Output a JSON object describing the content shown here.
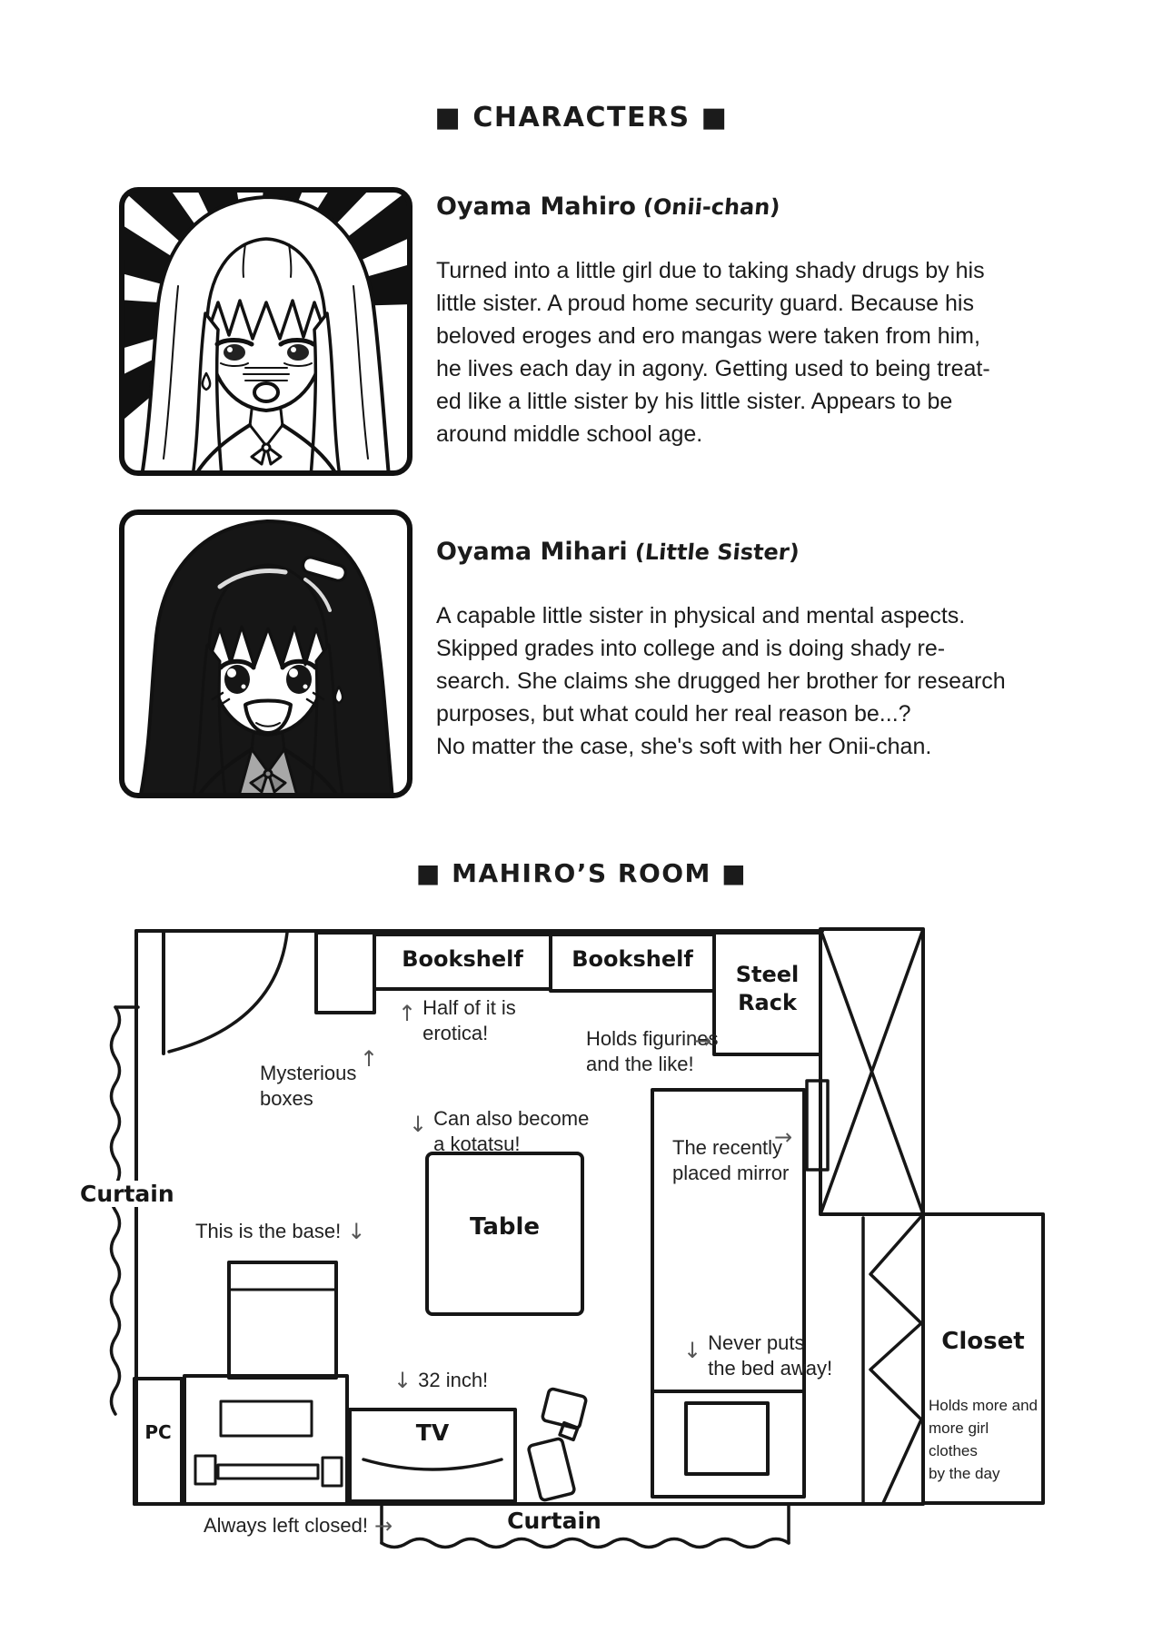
{
  "colors": {
    "ink": "#1b1b1b",
    "paper": "#ffffff"
  },
  "sections": {
    "characters_title": "■ CHARACTERS ■",
    "room_title": "■ MAHIRO’S ROOM ■"
  },
  "characters": [
    {
      "name": "Oyama Mahiro",
      "role": "(Onii-chan)",
      "description": "Turned into a little girl due to taking shady drugs by his\nlittle sister. A proud home security guard. Because his\nbeloved eroges and ero mangas were taken from him,\nhe lives each day in agony. Getting used to being treat-\ned like a little sister by his little sister. Appears to be\naround middle school age."
    },
    {
      "name": "Oyama Mihari",
      "role": "(Little Sister)",
      "description": "A capable little sister in physical and mental aspects.\nSkipped grades into college and is doing shady re-\nsearch. She claims she drugged her brother for research\npurposes, but what could her real reason be...?\nNo matter the case, she's soft with her Onii-chan."
    }
  ],
  "room": {
    "furniture": {
      "bookshelf_left": "Bookshelf",
      "bookshelf_right": "Bookshelf",
      "steel_rack": "Steel\nRack",
      "closet": "Closet",
      "table": "Table",
      "tv": "TV",
      "pc": "PC",
      "curtain_left": "Curtain",
      "curtain_bottom": "Curtain"
    },
    "notes": {
      "mysterious_boxes": {
        "text": "Mysterious\nboxes",
        "arrow": "↑"
      },
      "half_erotica": {
        "text": "Half of it is\nerotica!",
        "arrow": "↑"
      },
      "holds_figurines": {
        "text": "Holds figurines\nand the like!",
        "arrow": "→"
      },
      "kotatsu": {
        "text": "Can also become\na kotatsu!",
        "arrow": "↓"
      },
      "base": {
        "text": "This is the base!",
        "arrow": "↓"
      },
      "mirror": {
        "text": "The recently\nplaced mirror",
        "arrow": "→"
      },
      "bed": {
        "text": "Never puts\nthe bed away!",
        "arrow": "↓"
      },
      "tv_size": {
        "text": "32 inch!",
        "arrow": "↓"
      },
      "girl_clothes": {
        "text": "Holds more and\nmore girl clothes\nby the day"
      },
      "always_closed": {
        "text": "Always left closed!",
        "arrow": "→"
      }
    }
  }
}
